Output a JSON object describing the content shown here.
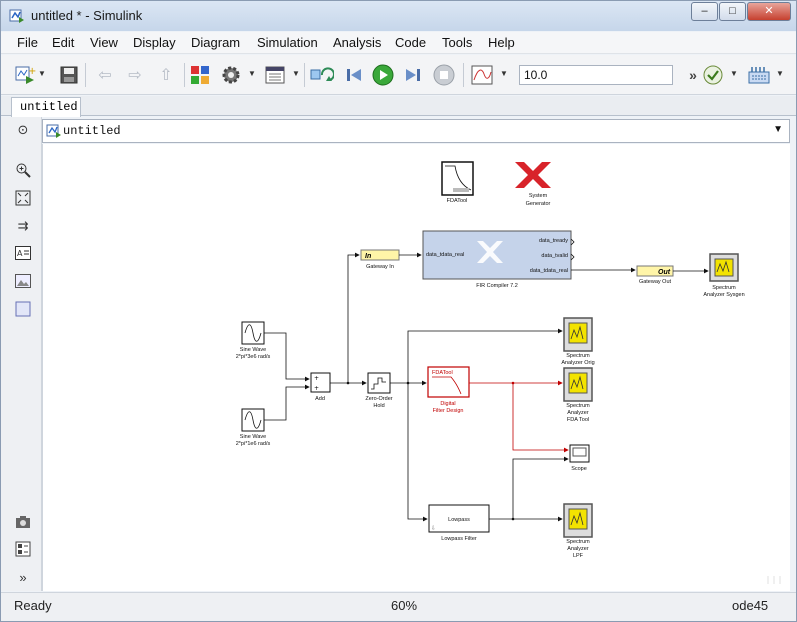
{
  "window": {
    "title": "untitled * - Simulink",
    "minimize": "–",
    "maximize": "□",
    "close": "✕"
  },
  "menu": [
    "File",
    "Edit",
    "View",
    "Display",
    "Diagram",
    "Simulation",
    "Analysis",
    "Code",
    "Tools",
    "Help"
  ],
  "toolbar": {
    "stop_time": "10.0",
    "more_label": "»"
  },
  "tab": {
    "label": "untitled"
  },
  "address": {
    "path": "untitled"
  },
  "blocks": {
    "fdatool": "FDATool",
    "sysgen": "System\nGenerator",
    "gateway_in_port": "In",
    "gateway_in": "Gateway In",
    "fir": "FIR Compiler 7.2",
    "fir_in": "data_tdata_real",
    "fir_out1": "data_tready",
    "fir_out2": "data_tvalid",
    "fir_out3": "data_tdata_real",
    "gateway_out_port": "Out",
    "gateway_out": "Gateway Out",
    "spec_sysgen": "Spectrum\nAnalyzer Sysgen",
    "sine1": "Sine Wave\n2*pi*3e6 rad/s",
    "sine2": "Sine Wave\n2*pi*1e6 rad/s",
    "add": "Add",
    "zoh": "Zero-Order\nHold",
    "filter_title": "FDATool",
    "filter": "Digital\nFilter Design",
    "spec_orig": "Spectrum\nAnalyzer Orig",
    "spec_fda": "Spectrum\nAnalyzer\nFDA Tool",
    "scope": "Scope",
    "lowpass_title": "Lowpass",
    "lowpass": "Lowpass Filter",
    "spec_lpf": "Spectrum\nAnalyzer\nLPF"
  },
  "status": {
    "ready": "Ready",
    "zoom": "60%",
    "solver": "ode45"
  },
  "colors": {
    "fir_fill": "#c5d3ea",
    "gateway_fill": "#fff5a8",
    "scope_screen": "#f3e300",
    "red_signal": "#c00000",
    "xilinx_red": "#d8232a"
  }
}
